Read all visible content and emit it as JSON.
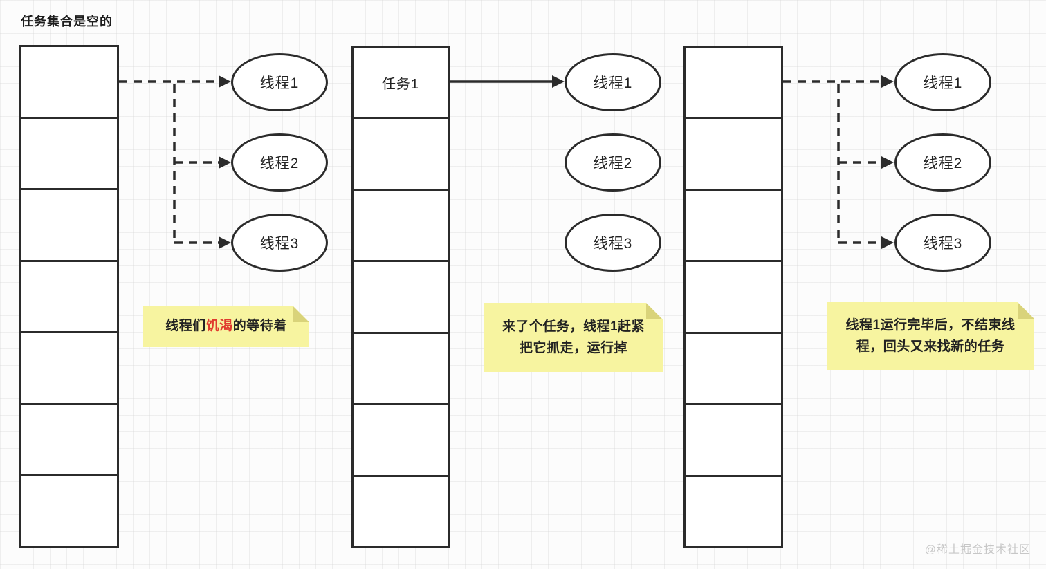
{
  "title": "任务集合是空的",
  "watermark": "@稀土掘金技术社区",
  "colors": {
    "stroke": "#2b2b2b",
    "note_background": "#f7f4a0",
    "note_fold": "#d9d37a",
    "highlight_red": "#e03b2f",
    "watermark_gray": "#c7c7c7",
    "canvas_background": "#fcfcfc"
  },
  "panels": [
    {
      "name": "idle-pool",
      "queue_cell_count": 7,
      "task_label": "",
      "connection_style": "dashed",
      "threads": [
        "线程1",
        "线程2",
        "线程3"
      ],
      "note": {
        "prefix": "线程们",
        "highlight": "饥渴",
        "suffix": "的等待着"
      }
    },
    {
      "name": "task-arrives",
      "queue_cell_count": 7,
      "task_label": "任务1",
      "connection_style": "solid",
      "threads": [
        "线程1",
        "线程2",
        "线程3"
      ],
      "note": {
        "lines": [
          "来了个任务，线程1赶紧",
          "把它抓走，运行掉"
        ]
      }
    },
    {
      "name": "thread-returns",
      "queue_cell_count": 7,
      "task_label": "",
      "connection_style": "dashed",
      "threads": [
        "线程1",
        "线程2",
        "线程3"
      ],
      "note": {
        "lines": [
          "线程1运行完毕后，不结束线",
          "程，回头又来找新的任务"
        ]
      }
    }
  ]
}
